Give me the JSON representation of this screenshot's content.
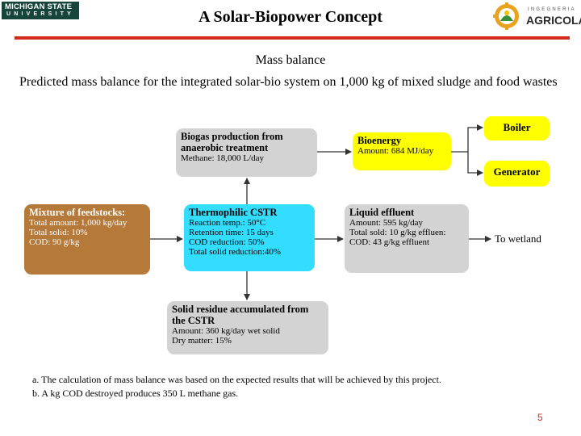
{
  "header": {
    "msu_logo_line1": "MICHIGAN STATE",
    "msu_logo_line2": "UNIVERSITY",
    "title": "A Solar-Biopower Concept",
    "agri_logo_small": "INGEGNERIA",
    "agri_logo_big": "AGRICOLA"
  },
  "subtitle": "Mass balance",
  "description": "Predicted mass balance for the integrated solar-bio system on 1,000 kg of mixed sludge and food wastes",
  "boxes": {
    "biogas": {
      "title": "Biogas production from anaerobic treatment",
      "lines": [
        "Methane: 18,000 L/day"
      ]
    },
    "bioenergy": {
      "title": "Bioenergy",
      "lines": [
        "Amount: 684 MJ/day"
      ]
    },
    "boiler": {
      "title": "Boiler"
    },
    "generator": {
      "title": "Generator"
    },
    "mixture": {
      "title": "Mixture of feedstocks:",
      "lines": [
        "Total amount: 1,000 kg/day",
        "Total solid: 10%",
        "COD: 90 g/kg"
      ]
    },
    "cstr": {
      "title": "Thermophilic CSTR",
      "lines": [
        "Reaction temp.: 50°C",
        "Retention time: 15 days",
        "COD reduction: 50%",
        "Total solid reduction:40%"
      ]
    },
    "liquid": {
      "title": "Liquid effluent",
      "lines": [
        "Amount: 595 kg/day",
        "Total sold: 10 g/kg effluen:",
        "COD: 43 g/kg effluent"
      ]
    },
    "solid": {
      "title": "Solid residue accumulated from the CSTR",
      "lines": [
        "Amount: 360 kg/day wet solid",
        "Dry matter: 15%"
      ]
    }
  },
  "wetland": "To wetland",
  "notes": [
    "a.  The calculation of mass balance was based on the expected results that will be achieved by this project.",
    "b.  A kg COD destroyed produces 350 L methane gas."
  ],
  "page_number": "5",
  "colors": {
    "accent_red": "#d42a1c",
    "msu_green": "#18453b",
    "box_grey": "#d3d3d3",
    "box_yellow": "#ffff00",
    "box_cyan": "#33ddff",
    "box_brown": "#b5793a"
  }
}
